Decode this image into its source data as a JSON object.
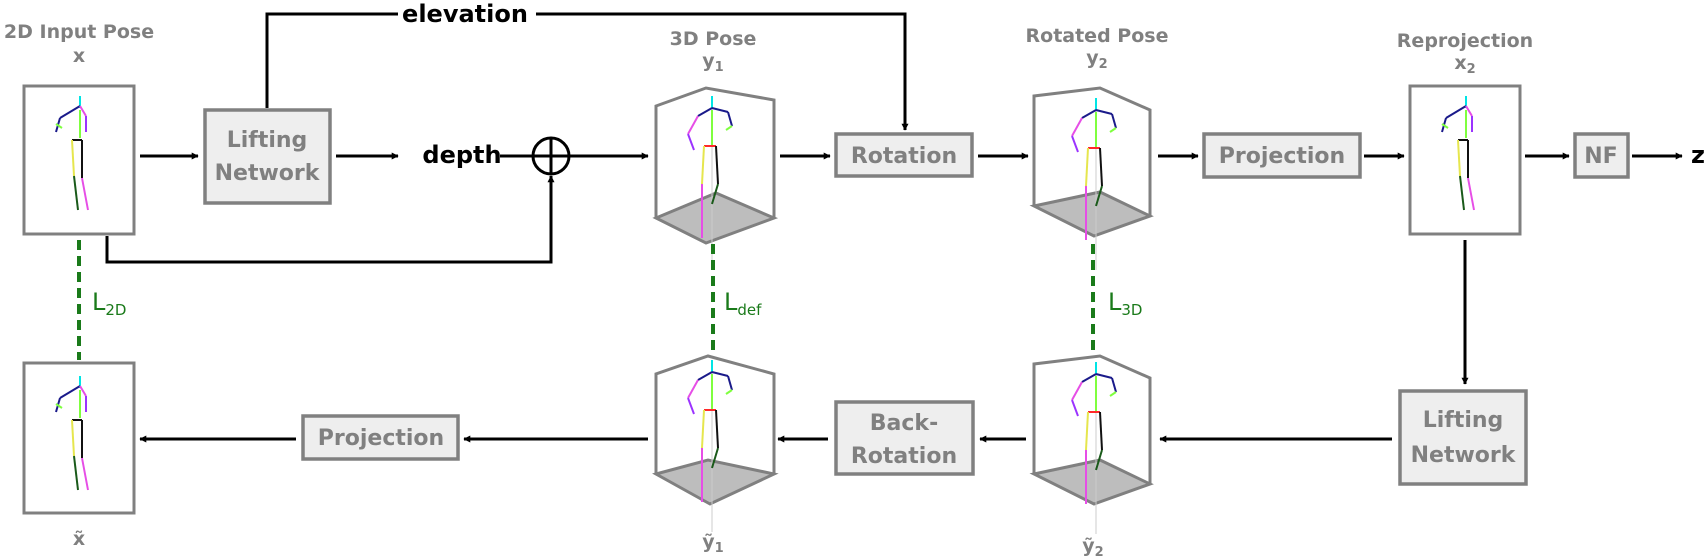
{
  "titles": {
    "input_pose": "2D Input Pose",
    "input_pose_symbol": "x",
    "pose3d": "3D Pose",
    "pose3d_symbol": "y",
    "pose3d_sub": "1",
    "rotated": "Rotated Pose",
    "rotated_symbol": "y",
    "rotated_sub": "2",
    "reprojection": "Reprojection",
    "reprojection_symbol": "x",
    "reprojection_sub": "2",
    "recon_x": "x̃",
    "recon_y1": "ỹ",
    "recon_y1_sub": "1",
    "recon_y2": "ỹ",
    "recon_y2_sub": "2"
  },
  "boxes": {
    "lifting_top_line1": "Lifting",
    "lifting_top_line2": "Network",
    "rotation": "Rotation",
    "projection_top": "Projection",
    "nf": "NF",
    "lifting_bottom_line1": "Lifting",
    "lifting_bottom_line2": "Network",
    "back_rotation_line1": "Back-",
    "back_rotation_line2": "Rotation",
    "projection_bottom": "Projection"
  },
  "labels": {
    "elevation": "elevation",
    "depth": "depth",
    "z": "z"
  },
  "losses": {
    "l2d": "L",
    "l2d_sub": "2D",
    "ldef": "L",
    "ldef_sub": "def",
    "l3d": "L",
    "l3d_sub": "3D"
  },
  "colors": {
    "box_fill": "#eeeeee",
    "box_stroke": "#808080",
    "loss_green": "#1a7a1a",
    "floor_gray": "#bdbdbd"
  }
}
